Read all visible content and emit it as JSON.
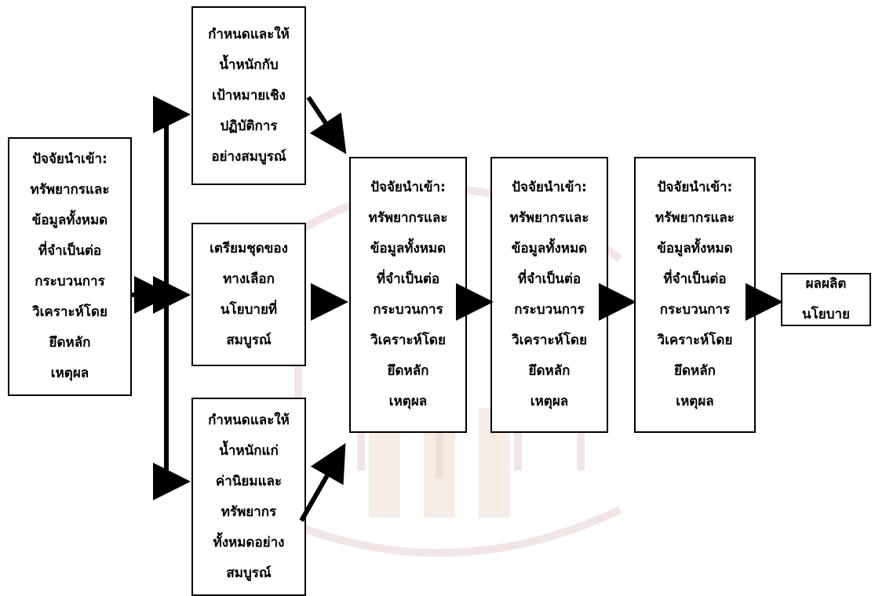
{
  "boxes": {
    "input_left": {
      "lines": [
        "ปัจจัยนำเข้า:",
        "ทรัพยากรและ",
        "ข้อมูลทั้งหมด",
        "ที่จำเป็นต่อ",
        "กระบวนการ",
        "วิเคราะห์โดย",
        "ยึดหลัก",
        "เหตุผล"
      ]
    },
    "weight_goals": {
      "lines": [
        "กำหนดและให้",
        "น้ำหนักกับ",
        "เป้าหมายเชิง",
        "ปฏิบัติการ",
        "อย่างสมบูรณ์"
      ]
    },
    "prepare_alternatives": {
      "lines": [
        "เตรียมชุดของ",
        "ทางเลือก",
        "นโยบายที่",
        "สมบูรณ์"
      ]
    },
    "weight_values": {
      "lines": [
        "กำหนดและให้",
        "น้ำหนักแก่",
        "ค่านิยมและ",
        "ทรัพยากร",
        "ทั้งหมดอย่าง",
        "สมบูรณ์"
      ]
    },
    "process_1": {
      "lines": [
        "ปัจจัยนำเข้า:",
        "ทรัพยากรและ",
        "ข้อมูลทั้งหมด",
        "ที่จำเป็นต่อ",
        "กระบวนการ",
        "วิเคราะห์โดย",
        "ยึดหลัก",
        "เหตุผล"
      ]
    },
    "process_2": {
      "lines": [
        "ปัจจัยนำเข้า:",
        "ทรัพยากรและ",
        "ข้อมูลทั้งหมด",
        "ที่จำเป็นต่อ",
        "กระบวนการ",
        "วิเคราะห์โดย",
        "ยึดหลัก",
        "เหตุผล"
      ]
    },
    "process_3": {
      "lines": [
        "ปัจจัยนำเข้า:",
        "ทรัพยากรและ",
        "ข้อมูลทั้งหมด",
        "ที่จำเป็นต่อ",
        "กระบวนการ",
        "วิเคราะห์โดย",
        "ยึดหลัก",
        "เหตุผล"
      ]
    },
    "output": {
      "lines": [
        "ผลผลิต",
        "นโยบาย"
      ]
    }
  },
  "colors": {
    "stroke": "#000000",
    "watermark": "#d9a5a5"
  }
}
